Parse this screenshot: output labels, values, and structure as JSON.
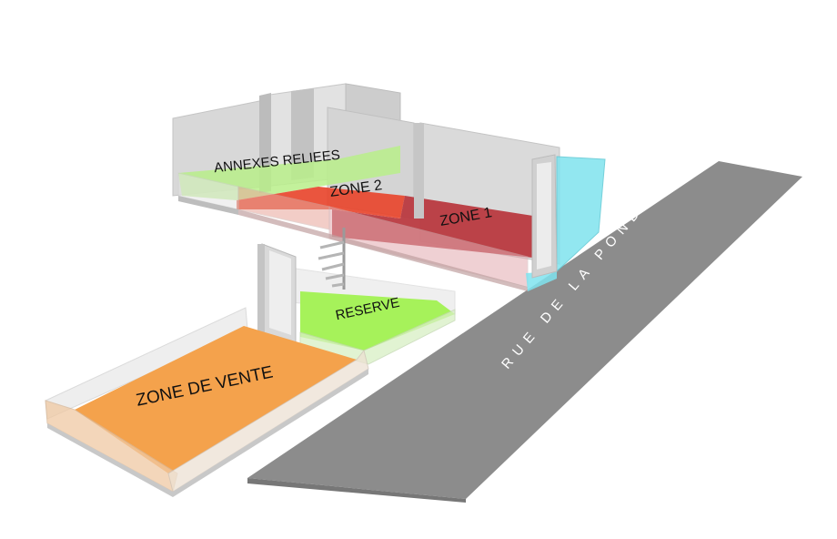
{
  "labels": {
    "annexes": "ANNEXES RELIEES",
    "zone2": "ZONE 2",
    "zone1": "ZONE 1",
    "reserve": "RESERVE",
    "zone_vente": "ZONE DE VENTE",
    "street": "RUE DE LA PONDERATION"
  },
  "colors": {
    "zone_vente": "#f4a24c",
    "reserve": "#a6f25a",
    "annexes": "#b9ef8a",
    "zone2": "#e8472e",
    "zone1": "#b93a40",
    "street": "#8c8c8c",
    "glass": "#7fe3ee",
    "wall": "#dcdcdc"
  }
}
